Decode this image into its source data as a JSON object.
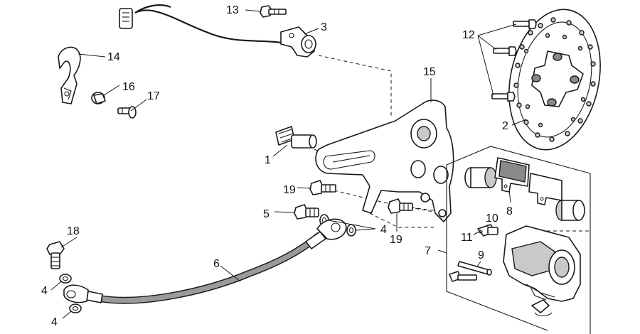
{
  "diagram": {
    "callouts": [
      {
        "id": "13",
        "label": "13"
      },
      {
        "id": "3",
        "label": "3"
      },
      {
        "id": "14",
        "label": "14"
      },
      {
        "id": "16",
        "label": "16"
      },
      {
        "id": "17",
        "label": "17"
      },
      {
        "id": "12",
        "label": "12"
      },
      {
        "id": "15",
        "label": "15"
      },
      {
        "id": "2",
        "label": "2"
      },
      {
        "id": "1",
        "label": "1"
      },
      {
        "id": "19a",
        "label": "19"
      },
      {
        "id": "8",
        "label": "8"
      },
      {
        "id": "5",
        "label": "5"
      },
      {
        "id": "4a",
        "label": "4"
      },
      {
        "id": "19b",
        "label": "19"
      },
      {
        "id": "10",
        "label": "10"
      },
      {
        "id": "11",
        "label": "11"
      },
      {
        "id": "18",
        "label": "18"
      },
      {
        "id": "7",
        "label": "7"
      },
      {
        "id": "9",
        "label": "9"
      },
      {
        "id": "6",
        "label": "6"
      },
      {
        "id": "4b",
        "label": "4"
      },
      {
        "id": "4c",
        "label": "4"
      }
    ]
  }
}
